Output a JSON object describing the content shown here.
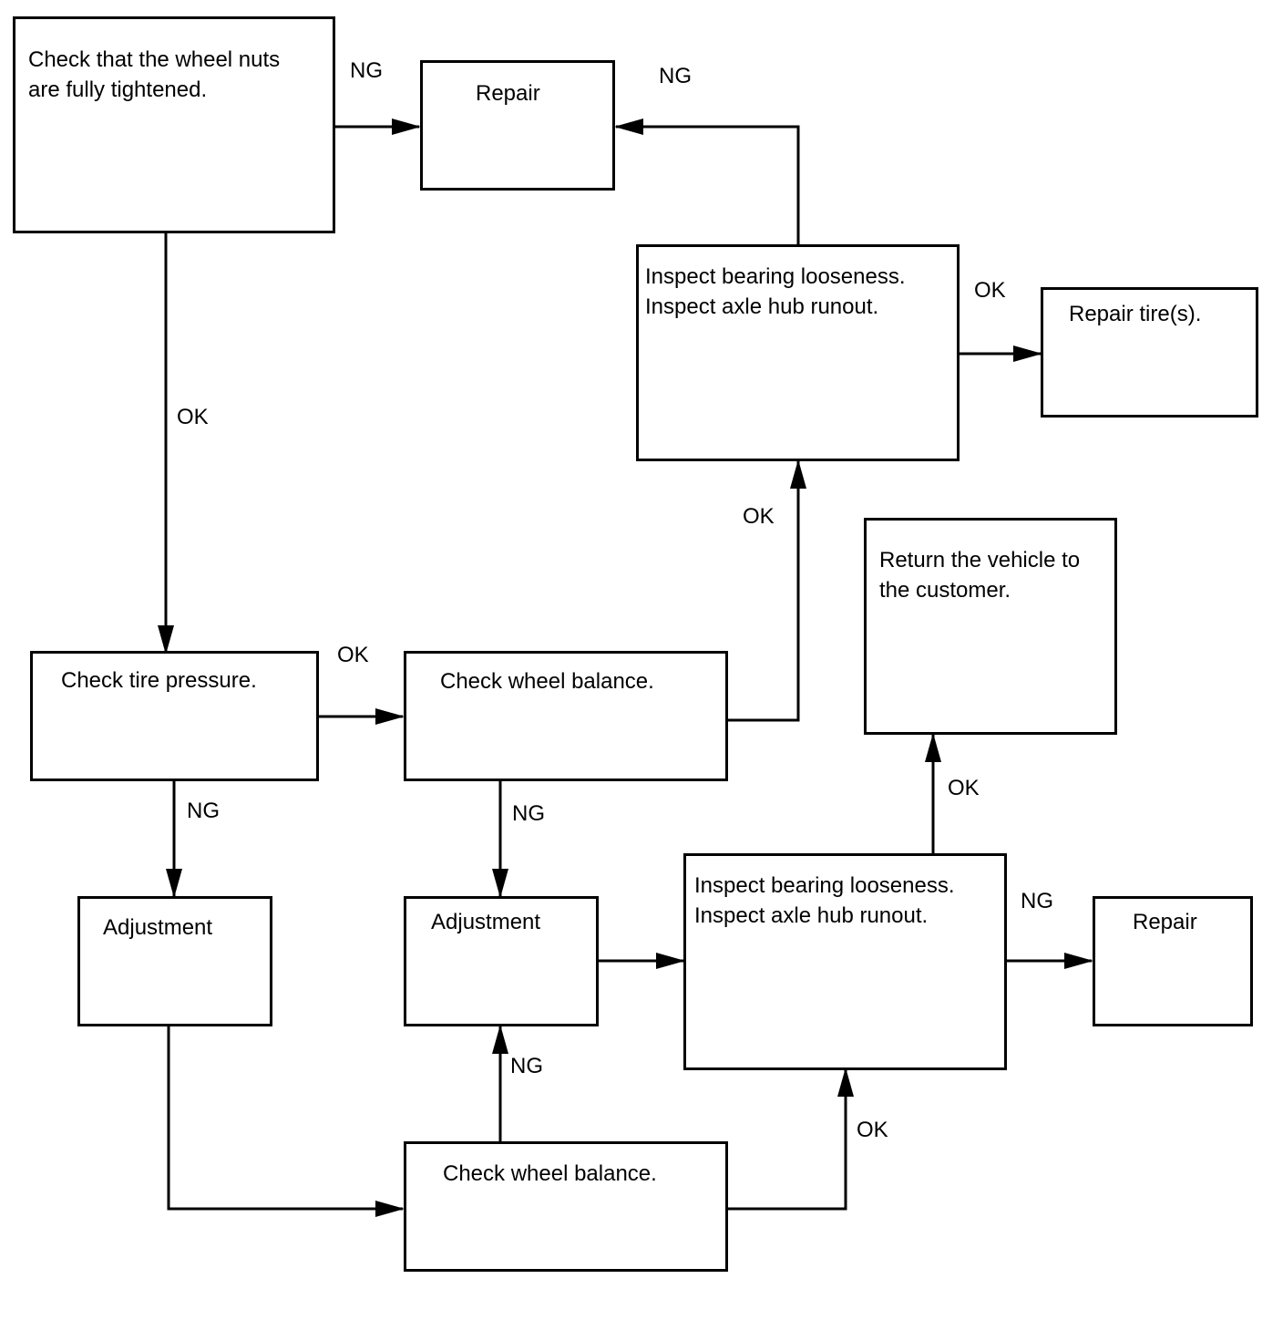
{
  "nodes": {
    "wheel_nuts": "Check that the wheel nuts\nare fully tightened.",
    "repair_top": "Repair",
    "inspect_bearing_top": "Inspect bearing looseness.\nInspect axle hub runout.",
    "repair_tires": "Repair tire(s).",
    "return_vehicle": "Return the vehicle to\nthe customer.",
    "check_tire_pressure": "Check tire pressure.",
    "check_balance_mid": "Check wheel balance.",
    "adjustment_left": "Adjustment",
    "adjustment_mid": "Adjustment",
    "inspect_bearing_bottom": "Inspect bearing looseness.\nInspect axle hub runout.",
    "repair_bottom": "Repair",
    "check_balance_bottom": "Check wheel balance."
  },
  "edge_labels": {
    "nuts_to_repair": "NG",
    "bearing_top_to_repair": "NG",
    "bearing_top_to_tires": "OK",
    "nuts_to_pressure": "OK",
    "balance_mid_to_bearing_top": "OK",
    "pressure_to_balance": "OK",
    "bearing_bottom_to_return": "OK",
    "pressure_to_adjust": "NG",
    "balance_mid_to_adjust": "NG",
    "bearing_bottom_to_repair": "NG",
    "balance_bottom_to_adjust": "NG",
    "balance_bottom_to_bearing": "OK"
  }
}
